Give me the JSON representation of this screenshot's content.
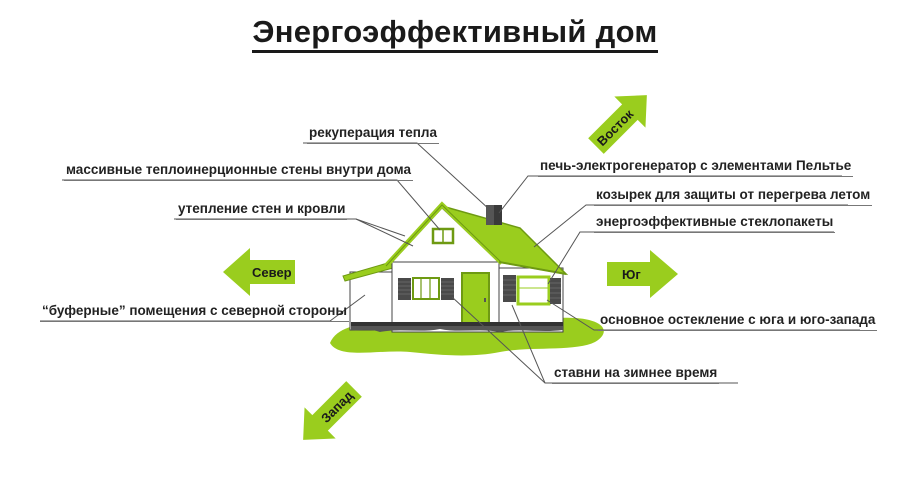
{
  "title": "Энергоэффективный дом",
  "colors": {
    "accent_green": "#9ACD1E",
    "roof_edge": "#6E9A12",
    "shutter_dark": "#4A4A4A",
    "chimney": "#555555",
    "leader_line": "#555555"
  },
  "labels": {
    "heat_recovery": "рекуперация тепла",
    "massive_walls": "массивные теплоинерционные стены внутри дома",
    "insulation": "утепление стен и кровли",
    "buffer_rooms": "“буферные” помещения с северной стороны",
    "peltier_stove": "печь-электрогенератор с элементами Пельтье",
    "visor": "козырек для защиты от перегрева летом",
    "glazing_units": "энергоэффективные стеклопакеты",
    "south_glazing": "основное остекление с юга и юго-запада",
    "shutters": "ставни на зимнее время"
  },
  "directions": {
    "north": "Север",
    "south": "Юг",
    "east": "Восток",
    "west": "Запад"
  }
}
